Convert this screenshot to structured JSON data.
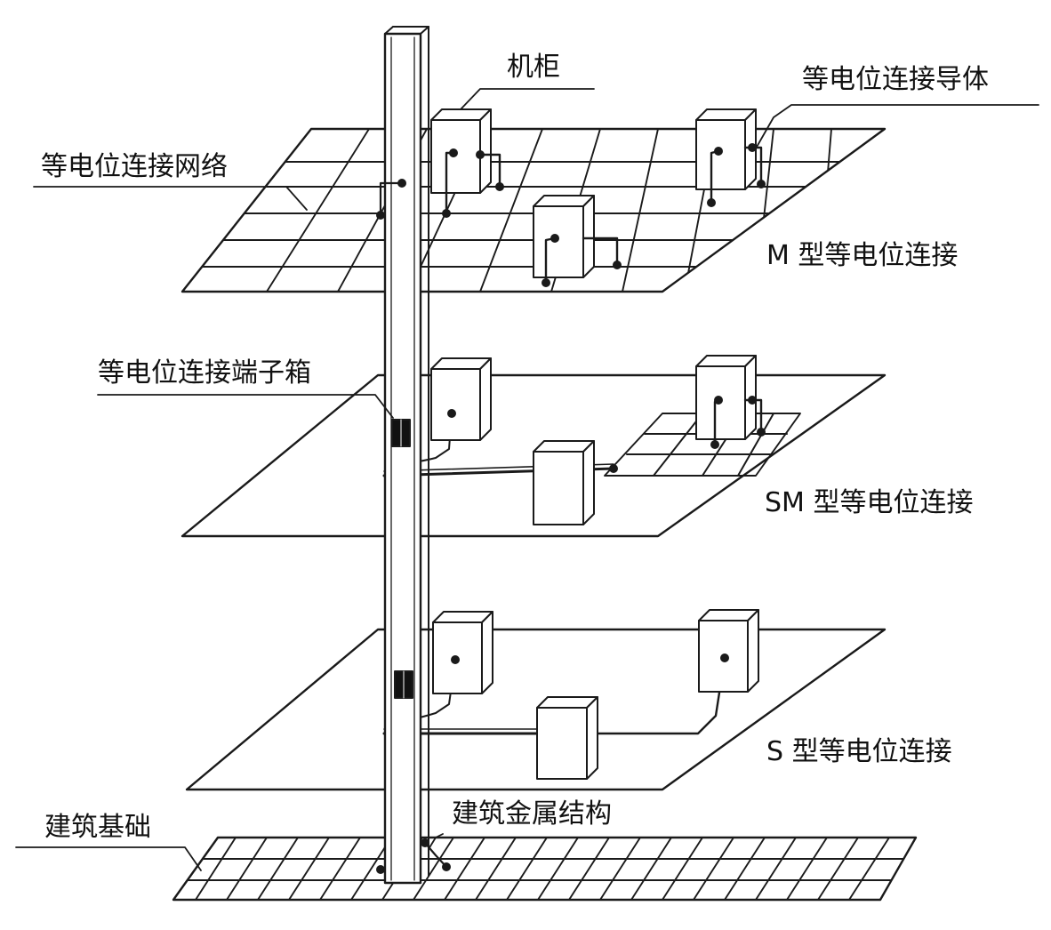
{
  "labels": {
    "cabinet": "机柜",
    "bonding_conductor": "等电位连接导体",
    "bonding_network": "等电位连接网络",
    "m_type": "M 型等电位连接",
    "terminal_box": "等电位连接端子箱",
    "sm_type": "SM 型等电位连接",
    "s_type": "S 型等电位连接",
    "building_metal_structure": "建筑金属结构",
    "building_foundation": "建筑基础"
  },
  "colors": {
    "line": "#1a1a1a",
    "background": "#ffffff",
    "terminal_box_fill": "#111111"
  }
}
